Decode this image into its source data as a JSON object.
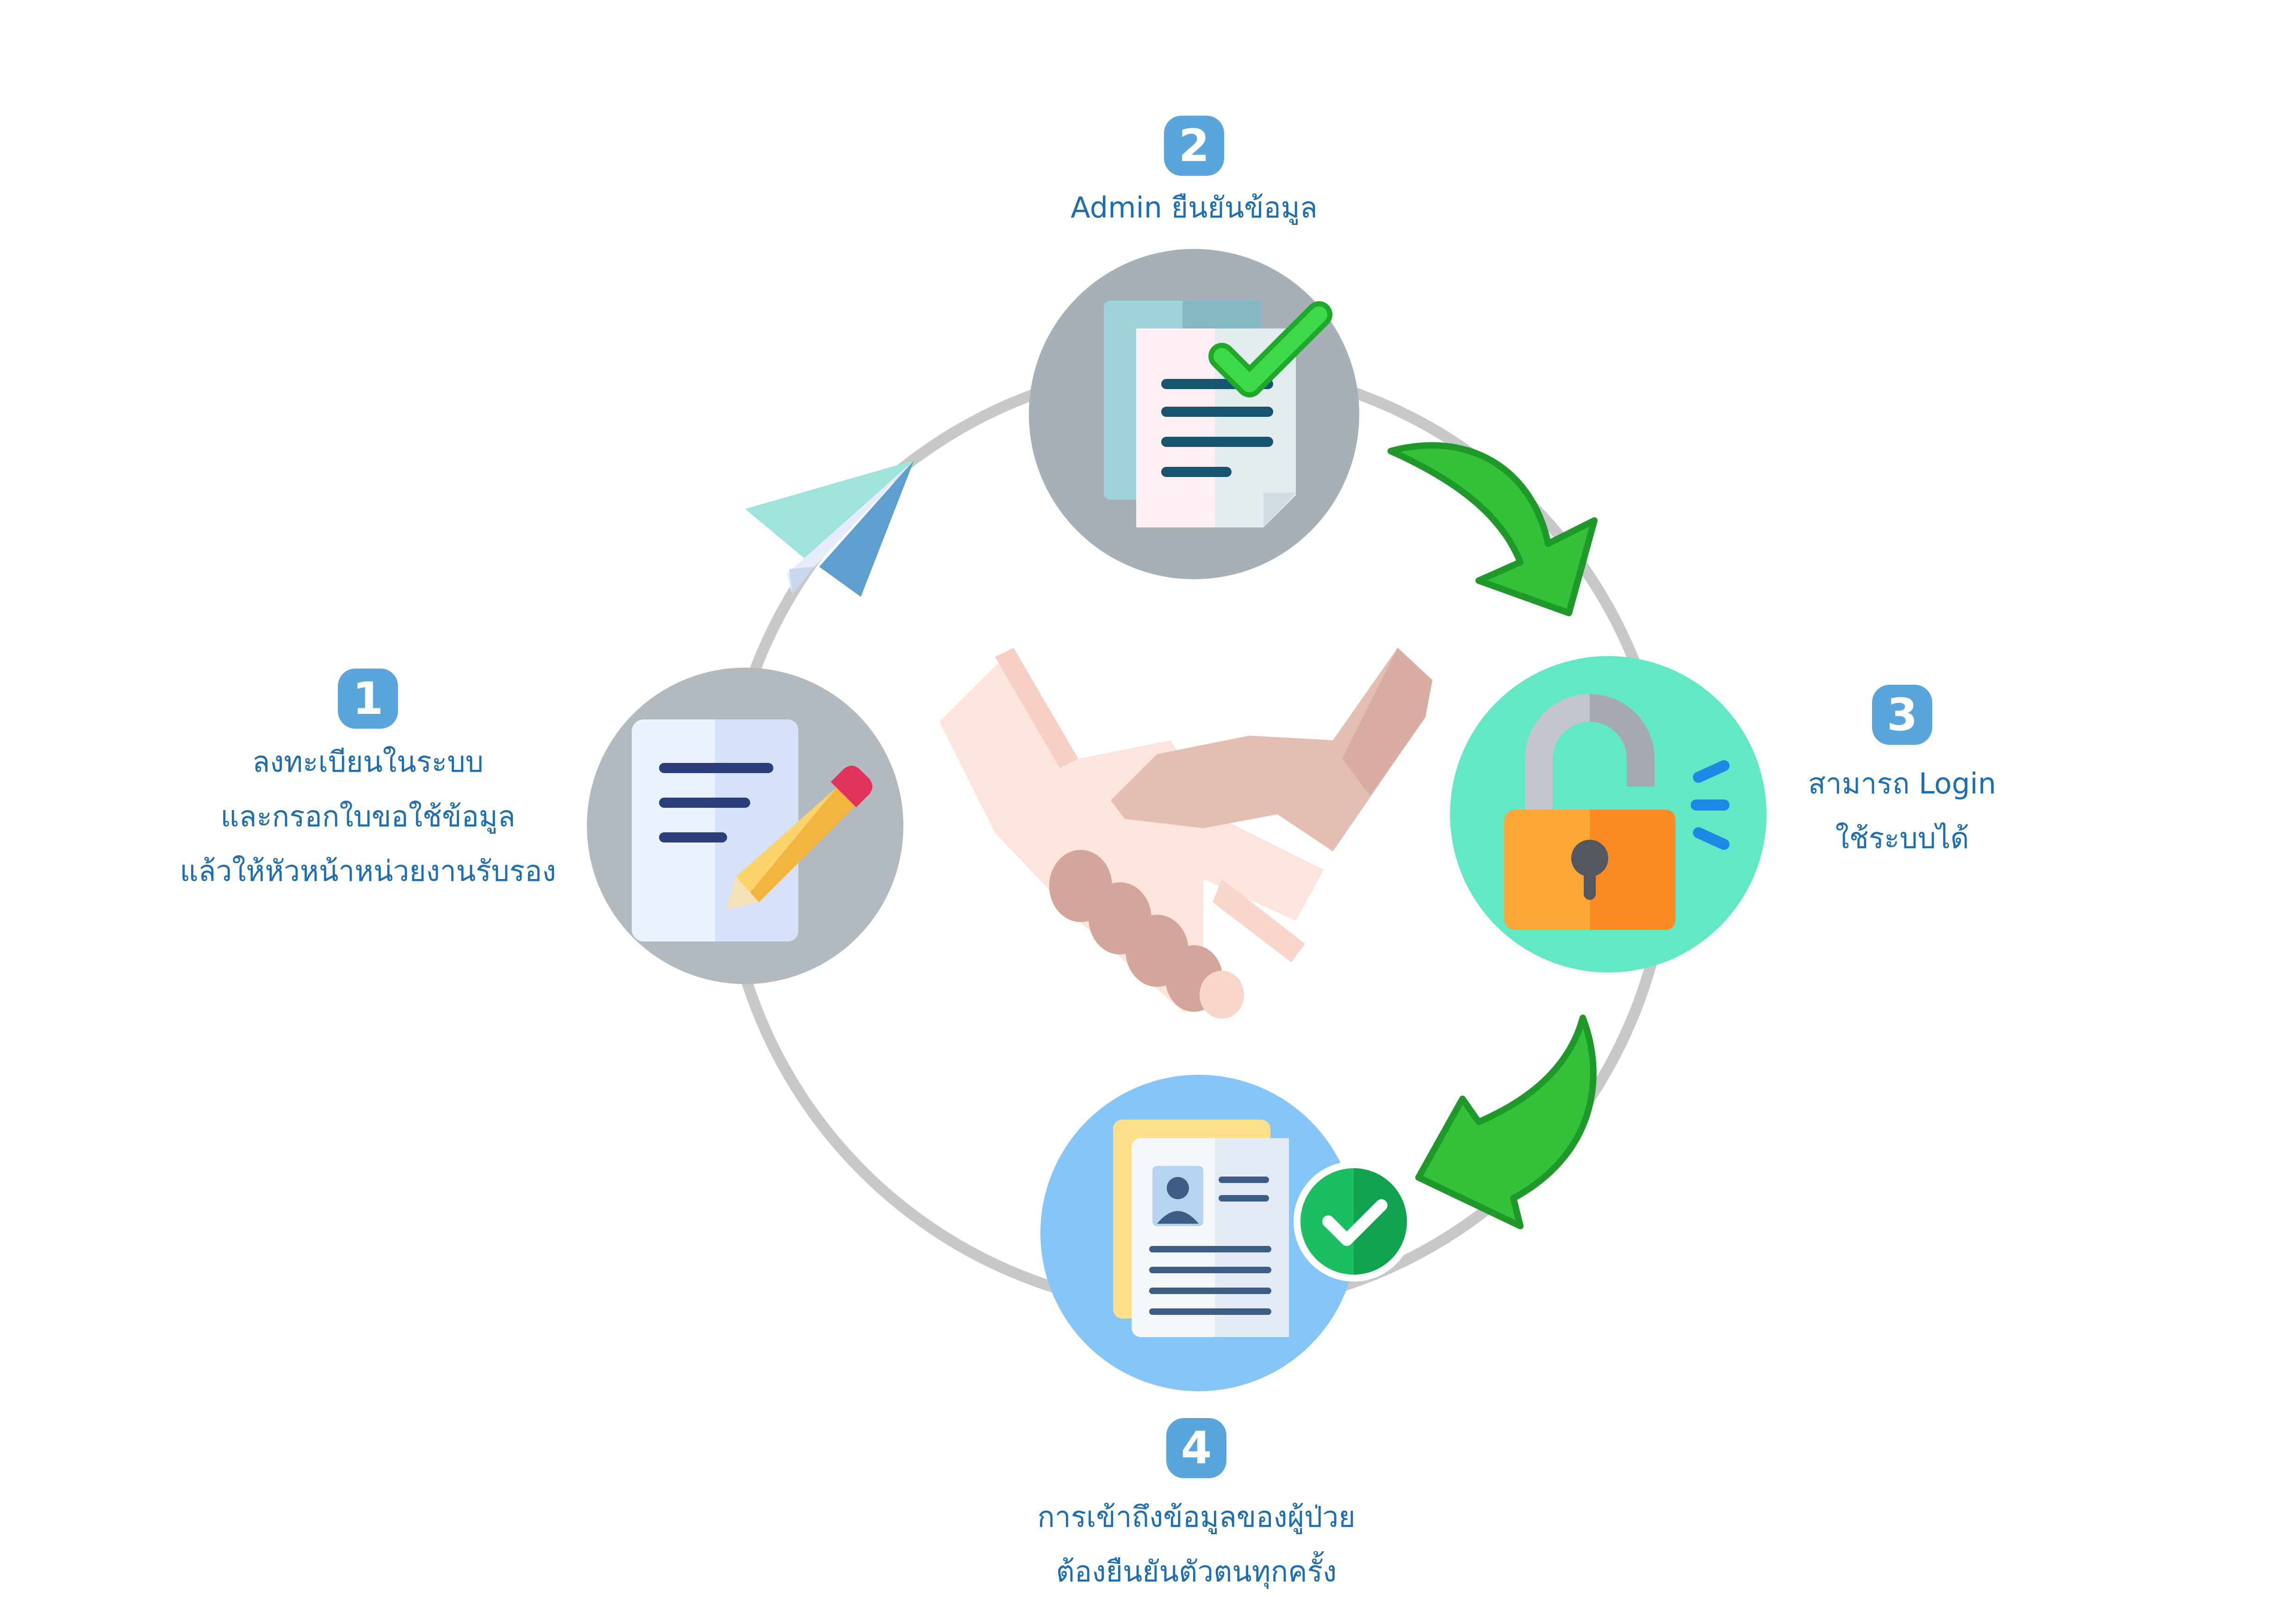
{
  "colors": {
    "text": "#1f6fb0",
    "badge": "#5aa5dc",
    "ring": "#c8c8c8",
    "arrow": "#33c13a",
    "arrow_outline": "#1f9a2a",
    "circle_step1": "#b2b9bf",
    "circle_step2": "#a8b0b7",
    "circle_step3": "#62e8c4",
    "circle_step4": "#86c5f7"
  },
  "steps": [
    {
      "number": "1",
      "lines": [
        "ลงทะเบียนในระบบ",
        "และกรอกใบขอใช้ข้อมูล",
        "แล้วให้หัวหน้าหน่วยงานรับรอง"
      ],
      "icon": "document-pencil-icon"
    },
    {
      "number": "2",
      "lines": [
        "Admin ยืนยันข้อมูล"
      ],
      "icon": "document-check-icon"
    },
    {
      "number": "3",
      "lines": [
        "สามารถ Login",
        "ใช้ระบบได้"
      ],
      "icon": "unlocked-padlock-icon"
    },
    {
      "number": "4",
      "lines": [
        "การเข้าถึงข้อมูลของผู้ป่วย",
        "ต้องยืนยันตัวตนทุกครั้ง"
      ],
      "icon": "profile-verified-icon"
    }
  ],
  "center_icon": "handshake-icon",
  "connector_icons": [
    "paper-plane-icon",
    "green-arrow-icon",
    "green-arrow-icon"
  ]
}
